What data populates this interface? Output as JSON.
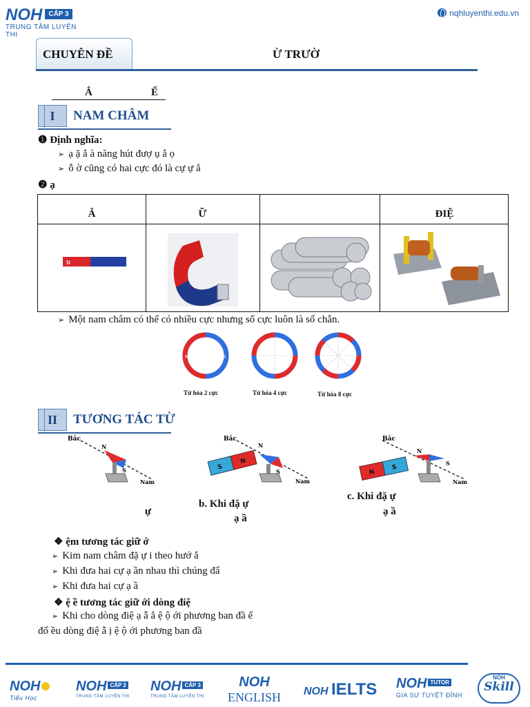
{
  "header": {
    "logo_brand": "NOH",
    "logo_level": "CẤP 3",
    "logo_subtitle": "TRUNG TÂM LUYỆN THI",
    "website": "nqhluyenthi.edu.vn"
  },
  "topic": {
    "chuyen_de_label": "CHUYÊN ĐỀ",
    "title": "Ừ TRƯỜ"
  },
  "sub_heading": {
    "part1": "Ắ",
    "part2": "Ế"
  },
  "section1": {
    "number": "I",
    "title": "NAM CHÂM",
    "definition_heading": "❶ Định nghĩa:",
    "definition_lines": [
      "ạ ặ ắ       à năng hút đượ   ụ ắ   ọ",
      "ỗ                        ờ cũng có hai cực đó là cự                ự       ắ"
    ],
    "types_heading": "❷         ạ",
    "table_headers": [
      "Ắ",
      "Ữ",
      "",
      "ĐIỆ"
    ],
    "multi_pole_note": "Một nam châm có thể có nhiều cực nhưng số cực luôn là số chẵn.",
    "rings": [
      {
        "caption": "Từ hóa 2 cực"
      },
      {
        "caption": "Từ hóa 4 cực"
      },
      {
        "caption": "Từ hóa 8 cực"
      }
    ]
  },
  "section2": {
    "number": "II",
    "title": "TƯƠNG TÁC TỪ",
    "diagram_labels": {
      "north": "Bắc",
      "south": "Nam",
      "n": "N",
      "s": "S"
    },
    "caption_a": "ự",
    "caption_b1": "b. Khi đặ          ự",
    "caption_b2": "ạ  ầ",
    "caption_c1": "c. Khi đặ          ự",
    "caption_c2": "ạ  ầ",
    "experiment1_heading": "❖          ệm tương tác giữ                         ớ",
    "experiment1_lines": [
      "Kim nam châm đặ   ự                  i theo hướ       ắ",
      "Khi đưa hai cự                 ạ  ần nhau thì chúng đẩ",
      "Khi đưa hai cự                 ạ  ầ"
    ],
    "experiment2_heading": "❖            ệ              ề tương tác giữ                         ới dòng điệ",
    "experiment2_line1": "Khi cho dòng điệ     ạ                    ẫ         ắ                           ệ    ộ               ới phương ban đầ        ế",
    "experiment2_line2": "đổ       ều dòng điệ                           ẫ   ị ệ      ộ               ới phương ban đầ"
  },
  "footer": {
    "brands": [
      {
        "name": "NOH",
        "tag": "",
        "sub": "Tiểu Học"
      },
      {
        "name": "NOH",
        "tag": "CẤP 2",
        "sub": "TRUNG TÂM LUYỆN THI"
      },
      {
        "name": "NOH",
        "tag": "CẤP 3",
        "sub": "TRUNG TÂM LUYỆN THI"
      },
      {
        "name": "NOH",
        "tag": "",
        "sub": "ENGLISH"
      },
      {
        "name": "NOH",
        "tag": "",
        "sub": "IELTS"
      },
      {
        "name": "NOH",
        "tag": "TUTOR",
        "sub": "GIA SƯ TUYỆT ĐỈNH"
      },
      {
        "name": "NOH",
        "tag": "",
        "sub": "Skill"
      }
    ]
  },
  "colors": {
    "brand_blue": "#1f5fae",
    "magnet_red": "#e02b2b",
    "magnet_blue": "#2b5fd9"
  }
}
